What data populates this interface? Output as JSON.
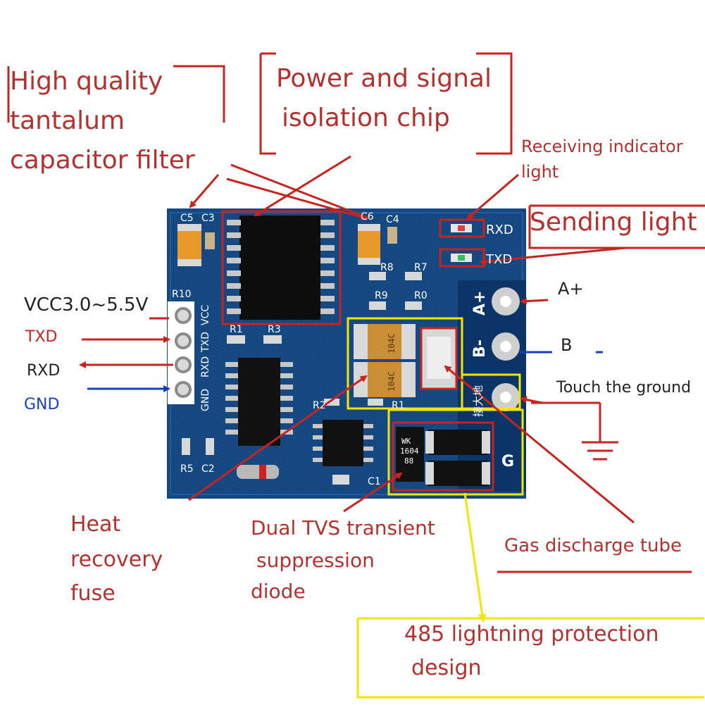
{
  "labels": {
    "tantalum": [
      "High quality",
      "tantalum",
      "capacitor filter"
    ],
    "isolation": [
      "Power and signal",
      "isolation chip"
    ],
    "receiving": [
      "Receiving indicator",
      "light"
    ],
    "sending": "Sending light",
    "a_plus": "A+",
    "b": "B",
    "ground": "Touch the ground",
    "vcc": "VCC3.0~5.5V",
    "txd": "TXD",
    "rxd": "RXD",
    "gnd": "GND",
    "fuse": [
      "Heat",
      "recovery",
      "fuse"
    ],
    "tvs": [
      "Dual TVS transient",
      "suppression",
      "diode"
    ],
    "gas_tube": "Gas discharge tube",
    "lightning": [
      "485 lightning protection",
      "design"
    ]
  },
  "silkscreen": {
    "c5": "C5",
    "c3": "C3",
    "c6": "C6",
    "c4": "C4",
    "r10": "R10",
    "r1": "R1",
    "r3": "R3",
    "r8": "R8",
    "r7": "R7",
    "r9": "R9",
    "r0": "R0",
    "r5": "R5",
    "c2": "C2",
    "r2": "R2",
    "r_1": "R1",
    "c1": "C1",
    "vcc": "VCC",
    "txd": "TXD",
    "rxd": "RXD",
    "gnd": "GND",
    "led_rxd": "RXD",
    "led_txd": "TXD",
    "term_a": "A+",
    "term_b": "B-",
    "term_g": "G",
    "term_gnd_cn": "接大地",
    "fuse_code": "104C",
    "tvs_code": [
      "WK",
      "1604",
      "88"
    ]
  },
  "colors": {
    "board": "#0f3f76",
    "annotation_red": "#c7231f",
    "blue_arrow": "#1a3fbf",
    "highlight_yellow": "#f2e600"
  }
}
